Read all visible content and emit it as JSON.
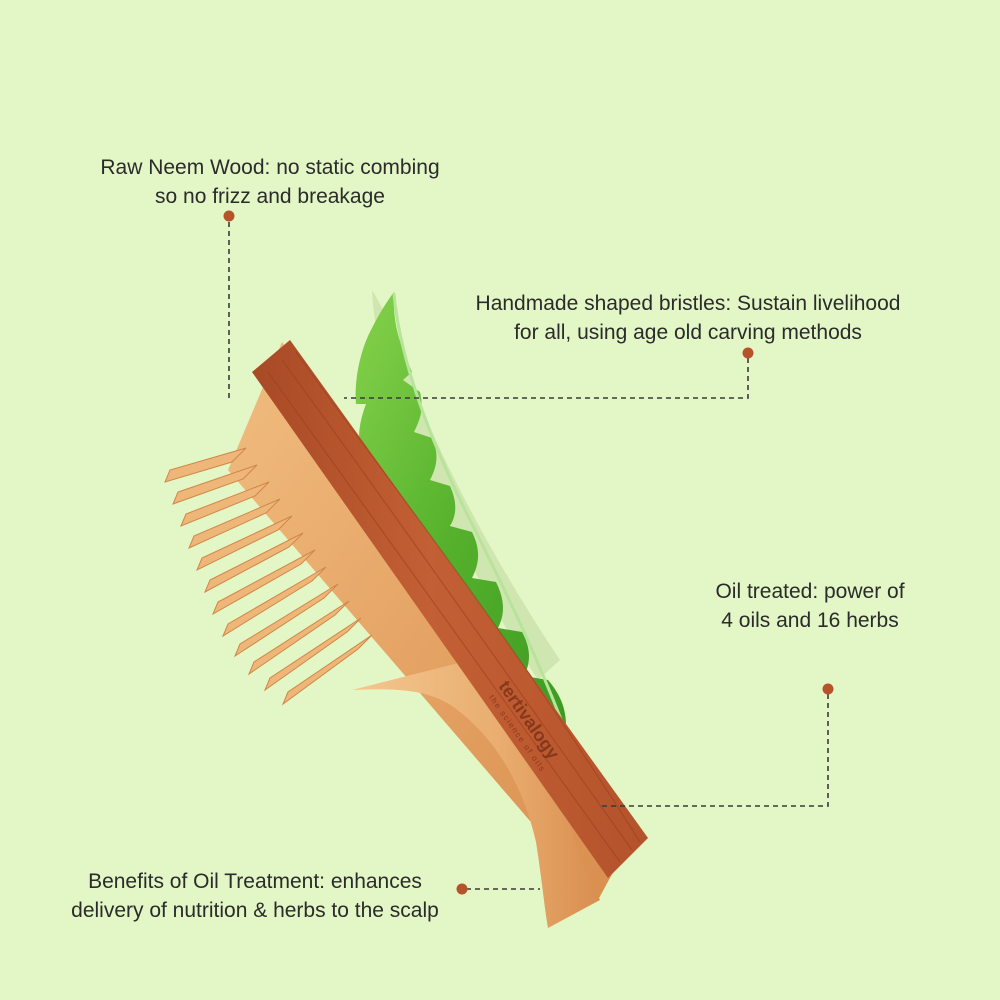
{
  "brand": {
    "name": "tertivalogy",
    "tagline": "the science of oils"
  },
  "colors": {
    "background": "#e3f6c5",
    "marker": "#b5532b",
    "leaf": "#59b52e",
    "comb_dark": "#b4532c",
    "comb_light": "#e7a66a"
  },
  "callouts": {
    "neem_wood": {
      "line1": "Raw Neem Wood: no static combing",
      "line2": "so no frizz and breakage"
    },
    "bristles": {
      "line1": "Handmade shaped bristles: Sustain livelihood",
      "line2": "for all, using age old carving methods"
    },
    "oil_treated": {
      "line1": "Oil treated: power of",
      "line2": "4 oils and 16 herbs"
    },
    "benefits": {
      "line1": "Benefits of Oil Treatment: enhances",
      "line2": "delivery of nutrition & herbs to the scalp"
    }
  }
}
